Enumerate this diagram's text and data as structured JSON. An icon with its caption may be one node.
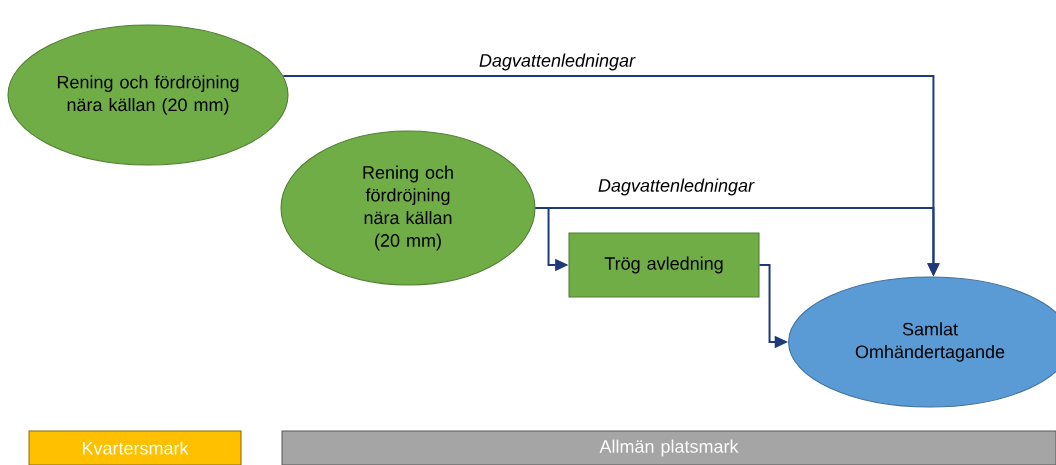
{
  "diagram": {
    "nodes": [
      {
        "text": [
          "Rening och fördröjning nära källan (20 mm)"
        ]
      },
      {
        "text": [
          "Rening och fördröjning nära källan (20 mm)"
        ]
      },
      {
        "text": [
          "Trög avledning"
        ]
      },
      {
        "text": [
          "Samlat Omhändertagande"
        ]
      },
      {
        "text": [
          "Kvartersmark"
        ]
      },
      {
        "text": [
          "Allmän platsmark"
        ]
      }
    ],
    "edges": [
      {
        "from": 0,
        "to": 3,
        "arrow": "to",
        "label": "Dagvattenledningar"
      },
      {
        "from": 1,
        "to": 3,
        "arrow": "to",
        "label": "Dagvattenledningar"
      },
      {
        "from": 1,
        "to": 2,
        "arrow": "to"
      },
      {
        "from": 2,
        "to": 3,
        "arrow": "to"
      }
    ]
  }
}
